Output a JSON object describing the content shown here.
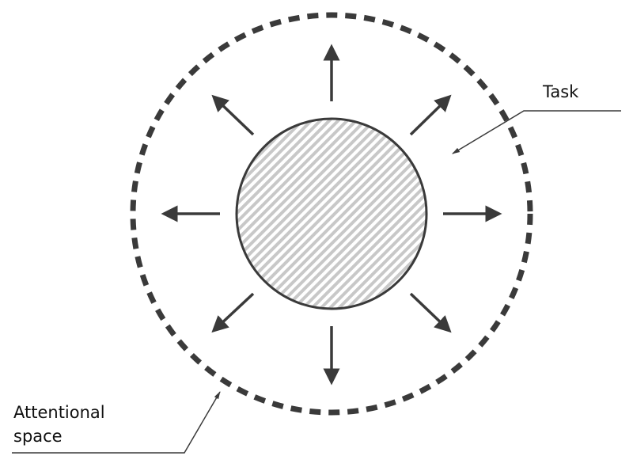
{
  "labels": {
    "task": "Task",
    "attentional_line1": "Attentional",
    "attentional_line2": "space"
  },
  "colors": {
    "stroke": "#3a3a3a",
    "hatch": "#c8c8c8",
    "text": "#111111"
  }
}
